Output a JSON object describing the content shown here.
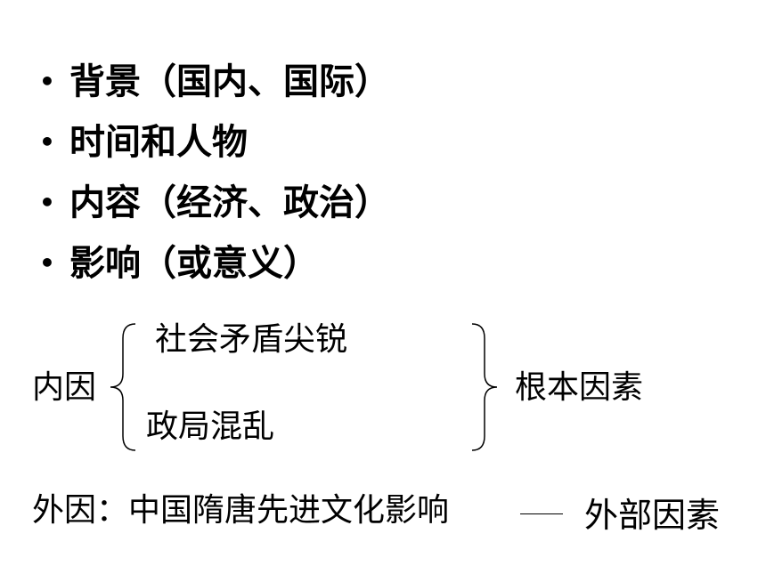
{
  "bullets": [
    {
      "marker": "•",
      "text": "背景（国内、国际）"
    },
    {
      "marker": "•",
      "text": "时间和人物"
    },
    {
      "marker": "•",
      "text": "内容（经济、政治）"
    },
    {
      "marker": "•",
      "text": "影响（或意义）"
    }
  ],
  "internal": {
    "label": "内因",
    "items": [
      "社会矛盾尖锐",
      "政局混乱"
    ],
    "conclusion": "根本因素"
  },
  "external": {
    "label": "外因：中国隋唐先进文化影响",
    "conclusion": "外部因素"
  }
}
